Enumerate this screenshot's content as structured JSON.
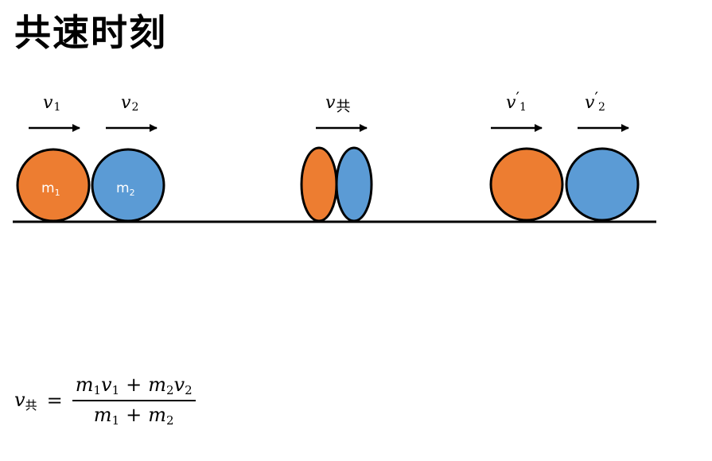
{
  "title": "共速时刻",
  "colors": {
    "orange": "#ED7D31",
    "blue": "#5B9BD5",
    "outline": "#000000"
  },
  "before": {
    "v1_label": {
      "symbol": "v",
      "sub": "1"
    },
    "v2_label": {
      "symbol": "v",
      "sub": "2"
    },
    "ball1": {
      "text": "m",
      "sub": "1"
    },
    "ball2": {
      "text": "m",
      "sub": "2"
    }
  },
  "common": {
    "label": {
      "symbol": "v",
      "sub": "共"
    }
  },
  "after": {
    "v1_label": {
      "symbol": "v",
      "sub": "1",
      "prime": "′"
    },
    "v2_label": {
      "symbol": "v",
      "sub": "2",
      "prime": "′"
    }
  },
  "formula": {
    "lhs": {
      "symbol": "v",
      "sub": "共"
    },
    "eq": "=",
    "num": [
      {
        "symbol": "m",
        "sub": "1"
      },
      {
        "symbol": "v",
        "sub": "1"
      },
      {
        "op": "+"
      },
      {
        "symbol": "m",
        "sub": "2"
      },
      {
        "symbol": "v",
        "sub": "2"
      }
    ],
    "den": [
      {
        "symbol": "m",
        "sub": "1"
      },
      {
        "op": "+"
      },
      {
        "symbol": "m",
        "sub": "2"
      }
    ]
  }
}
